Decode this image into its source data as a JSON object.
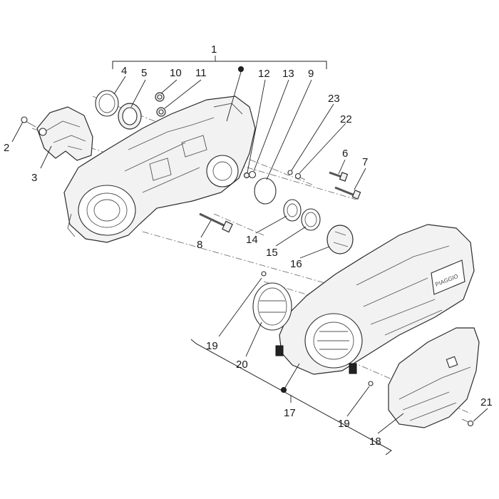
{
  "callouts": {
    "c1": "1",
    "c2": "2",
    "c3": "3",
    "c4": "4",
    "c5": "5",
    "c6": "6",
    "c7": "7",
    "c8": "8",
    "c9": "9",
    "c10": "10",
    "c11": "11",
    "c12": "12",
    "c13": "13",
    "c14": "14",
    "c15": "15",
    "c16": "16",
    "c17": "17",
    "c18": "18",
    "c19a": "19",
    "c19b": "19",
    "c20": "20",
    "c21": "21",
    "c22": "22",
    "c23": "23"
  },
  "logo_text": "PIAGGIO"
}
